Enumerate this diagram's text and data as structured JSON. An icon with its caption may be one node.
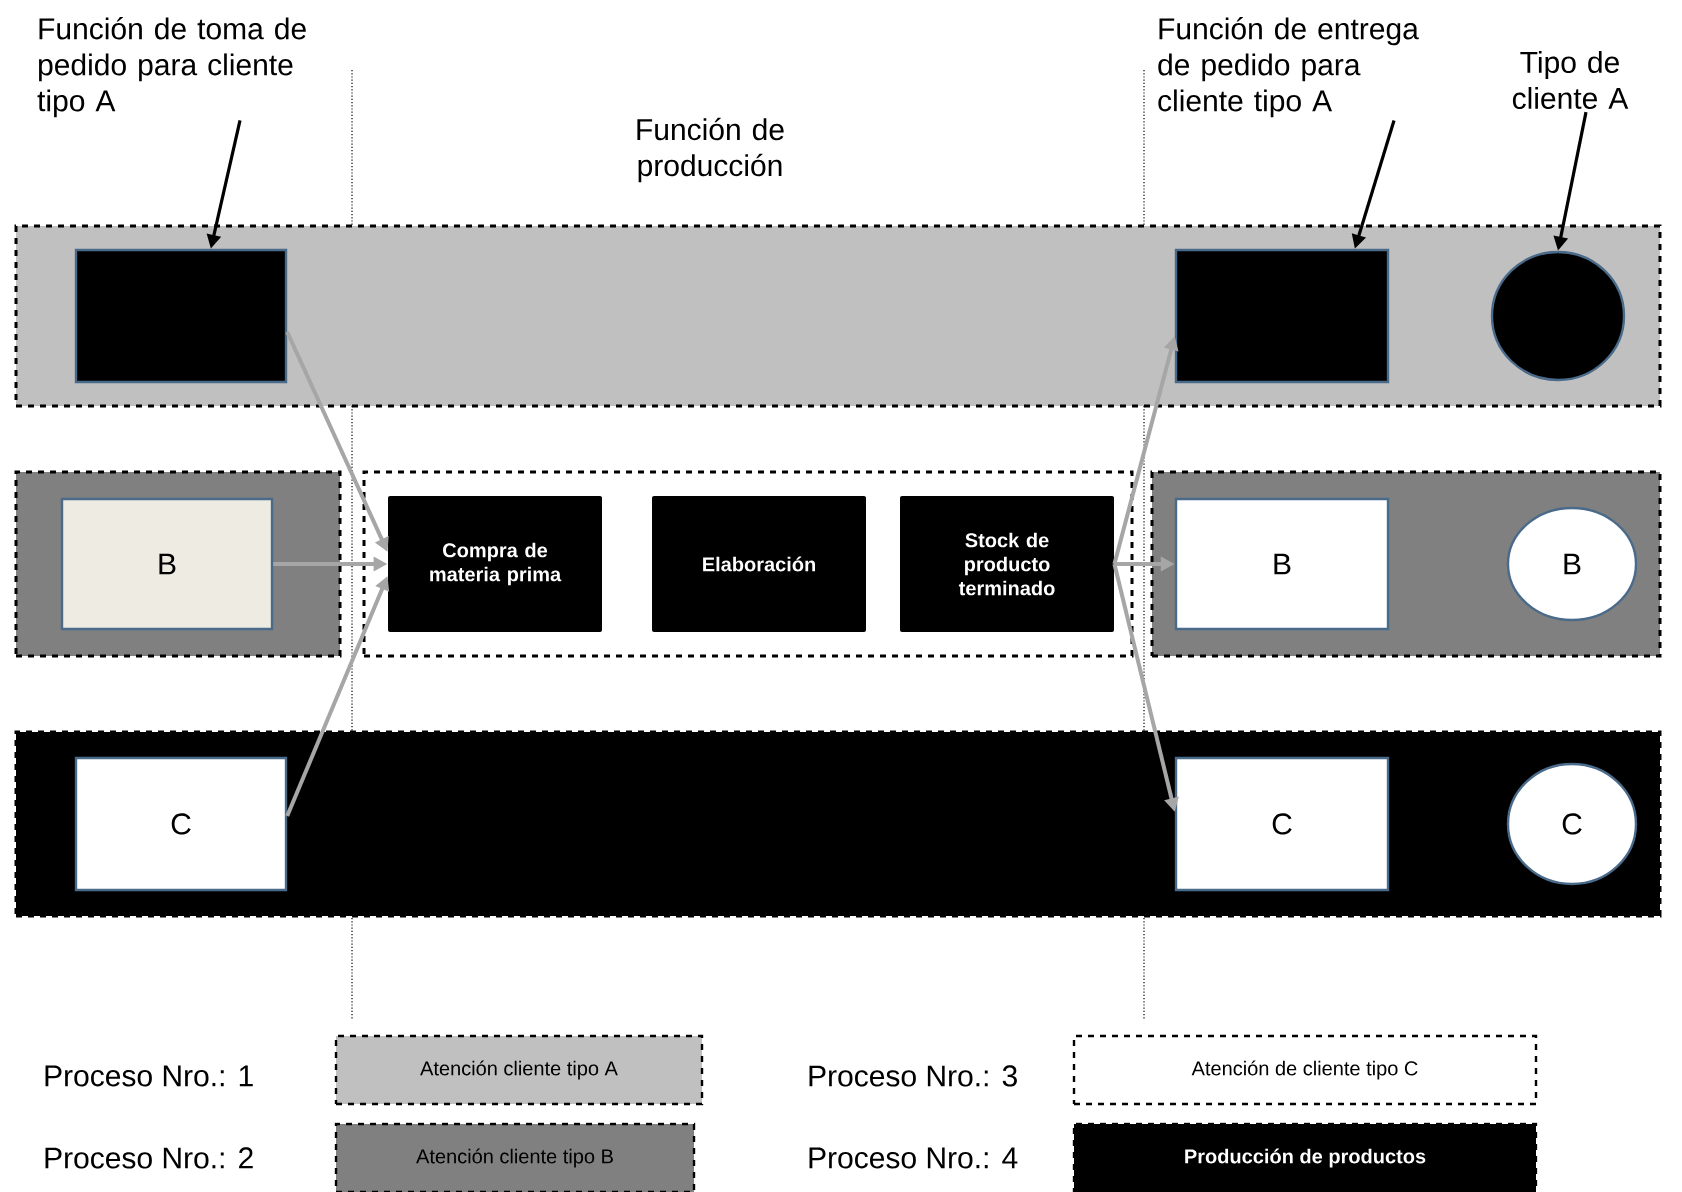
{
  "diagram": {
    "nodes": [
      {
        "text": [
          "Función de toma de pedido para cliente tipo A"
        ]
      },
      {
        "text": [
          "Función de entrega de pedido para cliente tipo  A"
        ]
      },
      {
        "text": [
          "Tipo de cliente A"
        ]
      },
      {
        "text": [],
        "shape": "box"
      },
      {
        "text": [],
        "shape": "box",
        "in": 3
      },
      {
        "text": [],
        "shape": "box",
        "in": 3
      },
      {
        "text": [],
        "shape": "circle",
        "in": 3
      },
      {
        "text": [],
        "shape": "box"
      },
      {
        "text": [
          "B"
        ],
        "in": 7
      },
      {
        "text": [],
        "shape": "box"
      },
      {
        "text": [
          "Compra de materia prima"
        ],
        "in": 9
      },
      {
        "text": [
          "Elaboración"
        ],
        "in": 9
      },
      {
        "text": [
          "Stock de producto terminado"
        ],
        "in": 9
      },
      {
        "text": [],
        "shape": "box"
      },
      {
        "text": [
          "B"
        ],
        "in": 13
      },
      {
        "text": [
          "B"
        ],
        "in": 13
      },
      {
        "text": [],
        "shape": "box"
      },
      {
        "text": [
          "C"
        ],
        "in": 16
      },
      {
        "text": [
          "C"
        ],
        "in": 16
      },
      {
        "text": [
          "C"
        ],
        "in": 16
      },
      {
        "text": [
          "Atención cliente tipo A"
        ]
      },
      {
        "text": [
          "Atención cliente tipo B"
        ]
      },
      {
        "text": [
          "Atención de cliente tipo C"
        ]
      },
      {
        "text": [
          "Producción de productos"
        ]
      }
    ],
    "edges": [
      {
        "from": 0,
        "to": 4,
        "arrow": "to",
        "color": "#000000"
      },
      {
        "from": 1,
        "to": 5,
        "arrow": "to",
        "color": "#000000"
      },
      {
        "from": 2,
        "to": 6,
        "arrow": "to",
        "color": "#000000"
      },
      {
        "from": 4,
        "to": 10,
        "arrow": "to"
      },
      {
        "from": 8,
        "to": 10,
        "arrow": "to"
      },
      {
        "from": 17,
        "to": 10,
        "arrow": "to"
      },
      {
        "from": 12,
        "to": 5,
        "arrow": "to"
      },
      {
        "from": 12,
        "to": 14,
        "arrow": "to"
      },
      {
        "from": 12,
        "to": 18,
        "arrow": "to"
      }
    ],
    "labels": [
      "Función de producción",
      "Proceso Nro.: 1",
      "Proceso Nro.: 3",
      "Proceso Nro.: 2",
      "Proceso Nro.: 4"
    ]
  }
}
